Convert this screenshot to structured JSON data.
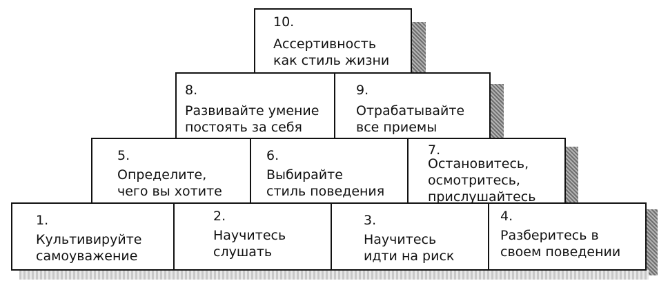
{
  "pyramid": {
    "steps": [
      {
        "number": "1.",
        "text": "Культивируйте\nсамоуважение"
      },
      {
        "number": "2.",
        "text": "Научитесь\nслушать"
      },
      {
        "number": "3.",
        "text": "Научитесь\nидти на риск"
      },
      {
        "number": "4.",
        "text": "Разберитесь в\nсвоем поведении"
      },
      {
        "number": "5.",
        "text": "Определите,\nчего вы хотите"
      },
      {
        "number": "6.",
        "text": "Выбирайте\nстиль поведения"
      },
      {
        "number": "7.",
        "text": "Остановитесь,\nосмотритесь,\nприслушайтесь"
      },
      {
        "number": "8.",
        "text": "Развивайте умение\nпостоять за себя"
      },
      {
        "number": "9.",
        "text": "Отрабатывайте\nвсе приемы"
      },
      {
        "number": "10.",
        "text": "Ассертивность\nкак стиль жизни"
      }
    ]
  },
  "colors": {
    "border": "#111111",
    "shadow": "#8a8a8a",
    "background": "#ffffff"
  }
}
